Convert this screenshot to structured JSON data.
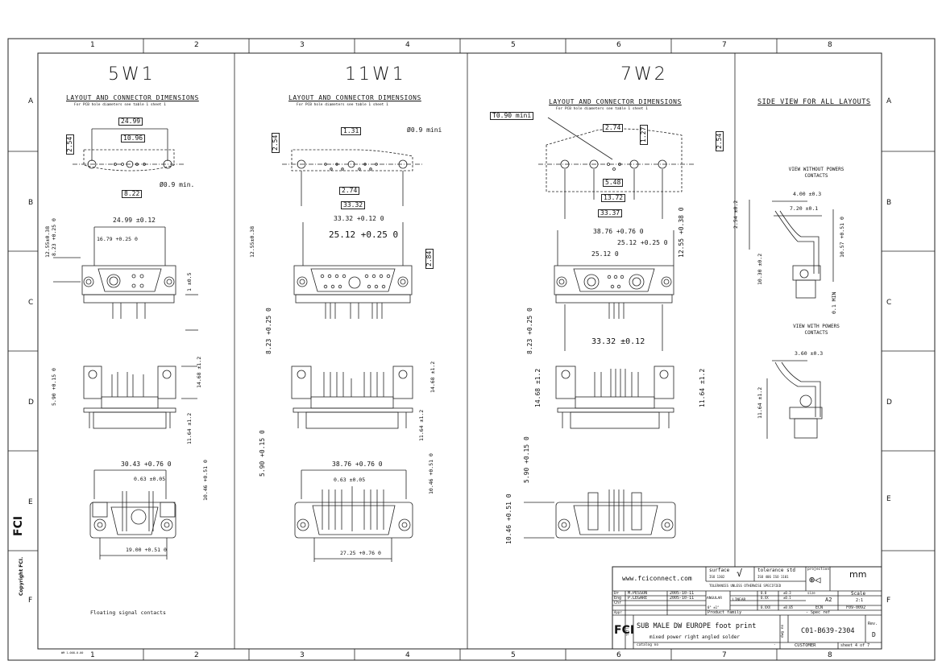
{
  "grid": {
    "cols": [
      "1",
      "2",
      "3",
      "4",
      "5",
      "6",
      "7",
      "8"
    ],
    "rows": [
      "A",
      "B",
      "C",
      "D",
      "E",
      "F"
    ]
  },
  "panels": {
    "p5w1": {
      "title": "5W1",
      "section": "LAYOUT AND CONNECTOR DIMENSIONS",
      "note": "For PCB hole diameters see table 1 sheet 1",
      "dims": {
        "a": "24.99",
        "b": "10.96",
        "c": "2.54",
        "d": "8.22",
        "e": "Ø0.9 min.",
        "f": "24.99 ±0.12",
        "g": "16.79 +0.25 0",
        "h": "12.55±0.38",
        "i": "8.23 +0.25 0",
        "j": "1 ±0.5",
        "k": "5.90 +0.15 0",
        "l": "14.68 ±1.2",
        "m": "11.64 ±1.2",
        "n": "30.43 +0.76 0",
        "o": "0.63 ±0.05",
        "p": "10.46 +0.51 0",
        "q": "19.00 +0.51 0"
      },
      "footnote": "Floating signal contacts"
    },
    "p11w1": {
      "title": "11W1",
      "section": "LAYOUT AND CONNECTOR DIMENSIONS",
      "note": "For PCB hole diameters see table 1 sheet 1",
      "dims": {
        "a": "1.31",
        "b": "Ø0.9 mini",
        "c": "2.54",
        "d": "2.74",
        "e": "33.32",
        "f": "33.32 +0.12 0",
        "g": "25.12 +0.25 0",
        "h": "12.55±0.38",
        "i": "2.84",
        "j": "8.23 +0.25 0",
        "k": "14.68 ±1.2",
        "l": "11.64 ±1.2",
        "m": "5.90 +0.15 0",
        "n": "38.76 +0.76 0",
        "o": "0.63 ±0.05",
        "p": "10.46 +0.51 0",
        "q": "27.25 +0.76 0"
      }
    },
    "p7w2": {
      "title": "7W2",
      "section": "LAYOUT AND CONNECTOR DIMENSIONS",
      "note": "For PCB hole diameters see table 1 sheet 1",
      "dims": {
        "a": "T0.90 mini",
        "b": "2.74",
        "c": "1.27",
        "d": "2.54",
        "e": "5.48",
        "f": "13.72",
        "g": "33.37",
        "h": "38.76 +0.76 0",
        "i": "25.12 +0.25 0",
        "j": "25.12 0",
        "k": "12.55 +0.38 0",
        "l": "8.23 +0.25 0",
        "m": "33.32 ±0.12",
        "n": "14.68 ±1.2",
        "o": "11.64 ±1.2",
        "p": "5.90 +0.15 0",
        "q": "10.46 +0.51 0"
      }
    },
    "side": {
      "section": "SIDE VIEW FOR ALL LAYOUTS",
      "without": "VIEW WITHOUT POWERS CONTACTS",
      "with": "VIEW WITH POWERS CONTACTS",
      "dims": {
        "a": "4.00 ±0.3",
        "b": "7.20 ±0.1",
        "c": "2.54 ±0.2",
        "d": "10.57 +0.51 0",
        "e": "10.30 ±0.2",
        "f": "0.1 MIN",
        "g": "3.60 ±0.3",
        "h": "11.64 ±1.2"
      }
    }
  },
  "title_block": {
    "website": "www.fciconnect.com",
    "surface": "surface",
    "surface_std": "ISO 1302",
    "tolerance": "tolerance std",
    "tolerance_std": "ISO 406   ISO 1101",
    "projection": "projection",
    "units": "mm",
    "tol_note": "TOLERANCES UNLESS OTHERWISE SPECIFIED",
    "dr_label": "Dr",
    "dr_name": "M.PESSON",
    "dr_date": "2005-10-11",
    "eng_label": "Eng",
    "eng_name": "P.LEGARE",
    "eng_date": "2005-10-11",
    "chr_label": "Chr",
    "appr_label": "Appr",
    "angular": "ANGULAR",
    "linear": "LINEAR",
    "tol_rows": [
      [
        "0.0",
        "±0.3"
      ],
      [
        "0.XX",
        "±0.1"
      ],
      [
        "0.XXX",
        "±0.05"
      ]
    ],
    "ang_tol": "0°   ±1°",
    "size_label": "size",
    "size": "A2",
    "scale_label": "Scale",
    "scale": "2:1",
    "ecn_label": "ECN",
    "ecn": "F09-0092",
    "product_family": "Product family",
    "spec_ref": "- Spec ref",
    "title_label": "title",
    "title1": "SUB MALE DW EUROPE foot print",
    "title2": "mixed power right angled solder",
    "catalog": "catalog no",
    "dwg_label": "dwg no",
    "dwg": "C01-B639-2304",
    "rev_label": "Rev.",
    "rev": "D",
    "customer": "CUSTOMER",
    "sheet": "sheet 4 of 7",
    "logo": "FCI",
    "dash": "-"
  },
  "margin": {
    "logo": "FCI",
    "copyright": "Copyright FCI.",
    "tiny": "WM 1-008-0.00"
  }
}
